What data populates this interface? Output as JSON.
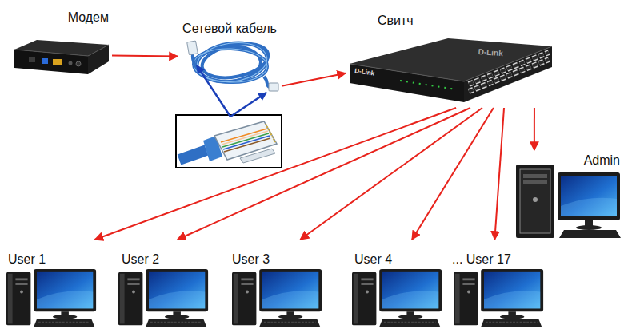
{
  "diagram": {
    "nodes": [
      {
        "text": [
          "Модем"
        ]
      },
      {
        "text": [
          "Сетевой кабель"
        ]
      },
      {
        "text": [
          "Свитч"
        ]
      },
      {
        "text": [
          "Admin"
        ]
      },
      {
        "text": [
          "User 1"
        ]
      },
      {
        "text": [
          "User 2"
        ]
      },
      {
        "text": [
          "User 3"
        ]
      },
      {
        "text": [
          "User 4"
        ]
      },
      {
        "text": [
          "... User 17"
        ]
      }
    ],
    "edges": [
      {
        "from": 0,
        "to": 1,
        "arrow": "to"
      },
      {
        "from": 1,
        "to": 2,
        "arrow": "to"
      },
      {
        "from": 2,
        "to": 4,
        "arrow": "to"
      },
      {
        "from": 2,
        "to": 5,
        "arrow": "to"
      },
      {
        "from": 2,
        "to": 6,
        "arrow": "to"
      },
      {
        "from": 2,
        "to": 7,
        "arrow": "to"
      },
      {
        "from": 2,
        "to": 8,
        "arrow": "to"
      },
      {
        "from": 2,
        "to": 3,
        "arrow": "to"
      }
    ],
    "labels": [
      "D-Link",
      "D-Link"
    ]
  }
}
